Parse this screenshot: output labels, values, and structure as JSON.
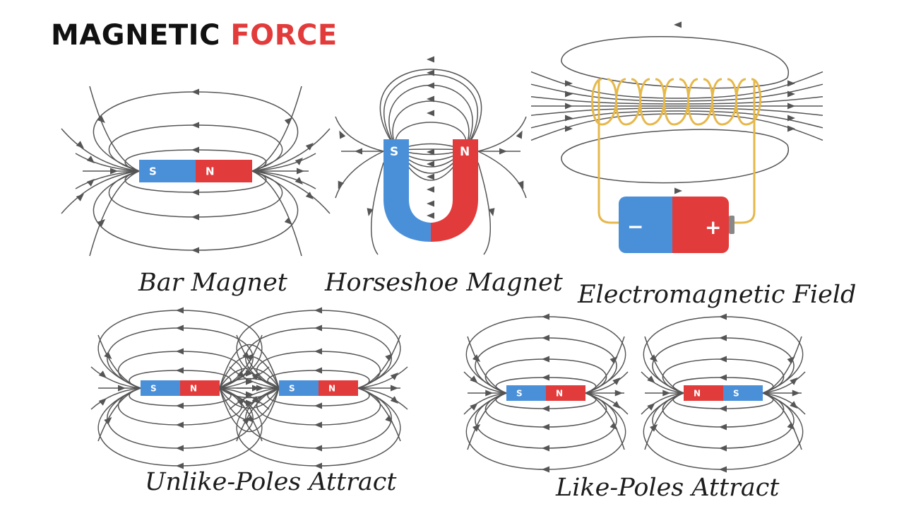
{
  "header": {
    "title_part1": "MAGNETIC",
    "title_part2": "FORCE"
  },
  "colors": {
    "south_pole": "#4a90d9",
    "north_pole": "#e23b3b",
    "field_line": "#555555",
    "coil": "#e6b84a",
    "title_accent": "#e23b3b"
  },
  "panels": [
    {
      "caption": "Bar Magnet",
      "pole_labels": [
        "S",
        "N"
      ]
    },
    {
      "caption": "Horseshoe Magnet",
      "pole_labels": [
        "S",
        "N"
      ]
    },
    {
      "caption": "Electromagnetic Field",
      "battery_labels": [
        "−",
        "+"
      ]
    },
    {
      "caption": "Unlike-Poles Attract",
      "pole_labels": [
        "S",
        "N",
        "S",
        "N"
      ]
    },
    {
      "caption": "Like-Poles Attract",
      "pole_labels": [
        "S",
        "N",
        "N",
        "S"
      ]
    }
  ]
}
